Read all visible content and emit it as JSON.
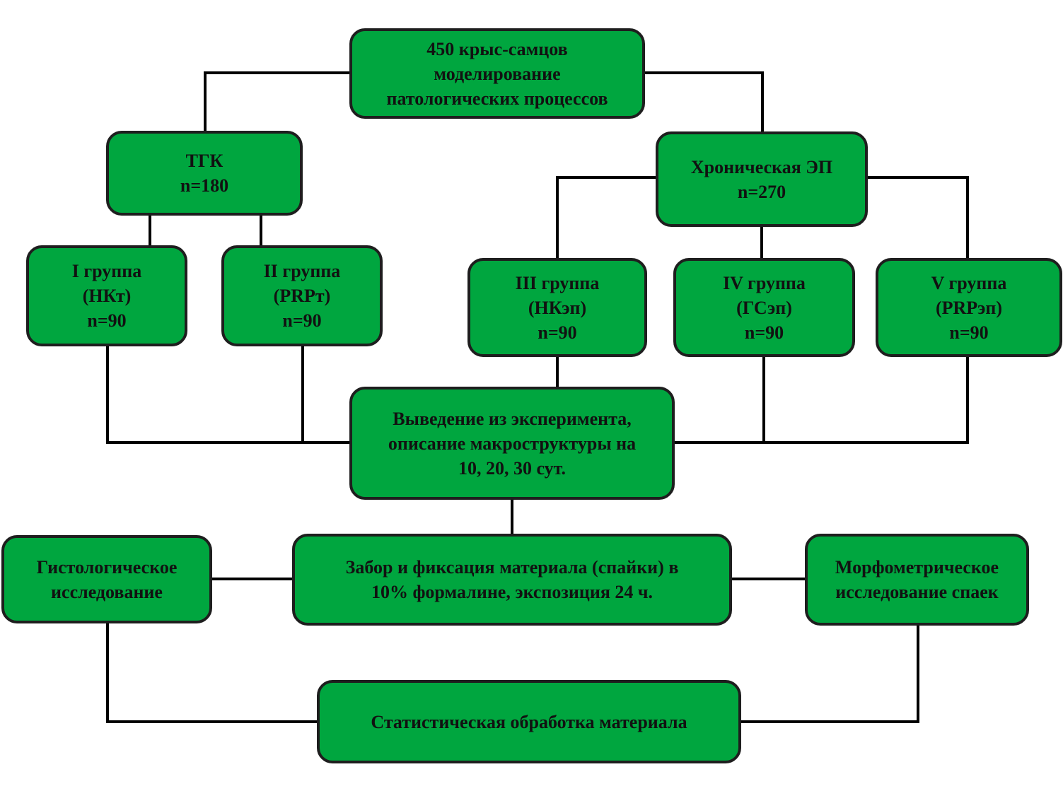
{
  "colors": {
    "box_fill": "#00a63f",
    "box_border": "#1e1e1e",
    "connector": "#000000",
    "text": "#111111"
  },
  "root": {
    "lines": [
      "450 крыс-самцов",
      "моделирование",
      "патологических процессов"
    ]
  },
  "branch_tgk": {
    "lines": [
      "ТГК",
      "n=180"
    ]
  },
  "branch_chronic": {
    "lines": [
      "Хроническая ЭП",
      "n=270"
    ]
  },
  "groups": [
    {
      "lines": [
        "I группа",
        "(НКт)",
        "n=90"
      ]
    },
    {
      "lines": [
        "II группа",
        "(PRPт)",
        "n=90"
      ]
    },
    {
      "lines": [
        "III группа",
        "(НКэп)",
        "n=90"
      ]
    },
    {
      "lines": [
        "IV группа",
        "(ГСэп)",
        "n=90"
      ]
    },
    {
      "lines": [
        "V группа",
        "(PRPэп)",
        "n=90"
      ]
    }
  ],
  "withdrawal": {
    "lines": [
      "Выведение из эксперимента,",
      "описание макроструктуры на",
      "10, 20, 30 сут."
    ]
  },
  "sampling": {
    "lines": [
      "Забор и фиксация материала (спайки) в",
      "10% формалине, экспозиция 24 ч."
    ]
  },
  "histology": {
    "lines": [
      "Гистологическое",
      "исследование"
    ]
  },
  "morphometry": {
    "lines": [
      "Морфометрическое",
      "исследование спаек"
    ]
  },
  "statistics": {
    "lines": [
      "Статистическая обработка материала"
    ]
  }
}
